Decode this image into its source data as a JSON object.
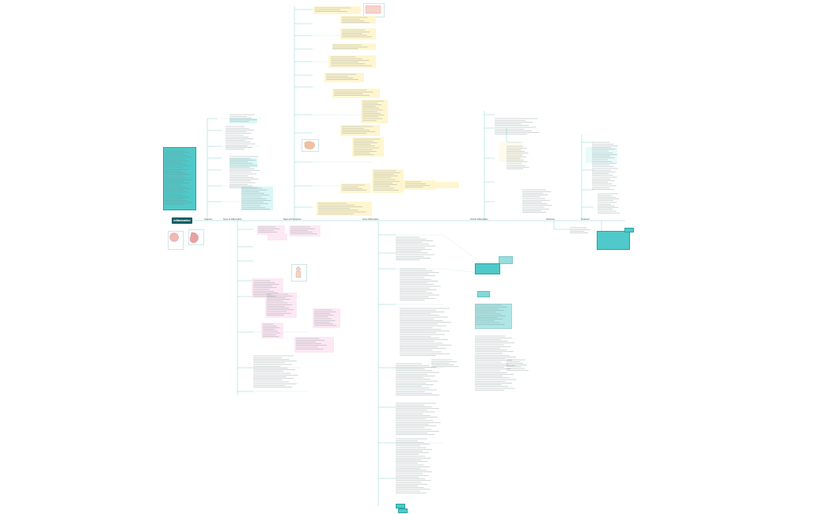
{
  "root": {
    "title": "Inflammation"
  },
  "branches": [
    {
      "label": "Overview"
    },
    {
      "label": "Types of Inflammation"
    },
    {
      "label": "Signs and Symptoms"
    },
    {
      "label": "Acute Inflammation"
    },
    {
      "label": "Chronic Inflammation"
    },
    {
      "label": "Outcomes"
    },
    {
      "label": "Treatment"
    }
  ],
  "colors": {
    "root": "#0f5f66",
    "line": "#8fd1d1",
    "note": "#4fc9c9",
    "highlight_yellow": "#fff6cf",
    "highlight_pink": "#fde8f4",
    "highlight_cyan": "#d9f7f7"
  }
}
